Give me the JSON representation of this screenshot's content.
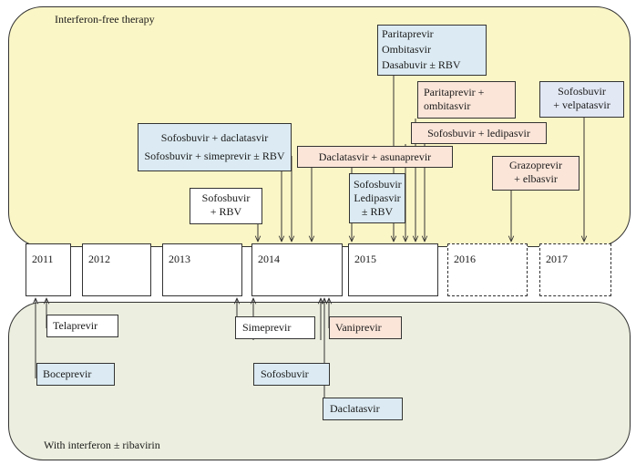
{
  "panels": {
    "top_label": "Interferon-free therapy",
    "bottom_label": "With interferon ± ribavirin"
  },
  "years": [
    "2011",
    "2012",
    "2013",
    "2014",
    "2015",
    "2016",
    "2017"
  ],
  "interferon_free": {
    "sof_dcv": "Sofosbuvir + daclatasvir",
    "sof_smv": "Sofosbuvir + simeprevir ± RBV",
    "sof_rbv_1": "Sofosbuvir",
    "sof_rbv_2": "+ RBV",
    "dcv_asv": "Daclatasvir + asunaprevir",
    "sof_ldv_rbv_1": "Sofosbuvir",
    "sof_ldv_rbv_2": "Ledipasvir",
    "sof_ldv_rbv_3": "± RBV",
    "pod_1": "Paritaprevir",
    "pod_2": "Ombitasvir",
    "pod_3": "Dasabuvir ± RBV",
    "po_1": "Paritaprevir +",
    "po_2": "ombitasvir",
    "sof_ldv": "Sofosbuvir + ledipasvir",
    "gzr_1": "Grazoprevir",
    "gzr_2": "+ elbasvir",
    "sof_vel_1": "Sofosbuvir",
    "sof_vel_2": "+ velpatasvir"
  },
  "with_interferon": {
    "telaprevir": "Telaprevir",
    "boceprevir": "Boceprevir",
    "simeprevir": "Simeprevir",
    "vaniprevir": "Vaniprevir",
    "sofosbuvir": "Sofosbuvir",
    "daclatasvir": "Daclatasvir"
  },
  "colors": {
    "top_panel": "#fbf6c6",
    "bottom_panel": "#ecefdf",
    "blue_box": "#dcebf3",
    "peach_box": "#fbe5d9",
    "lavender_box": "#e2e8f4"
  }
}
